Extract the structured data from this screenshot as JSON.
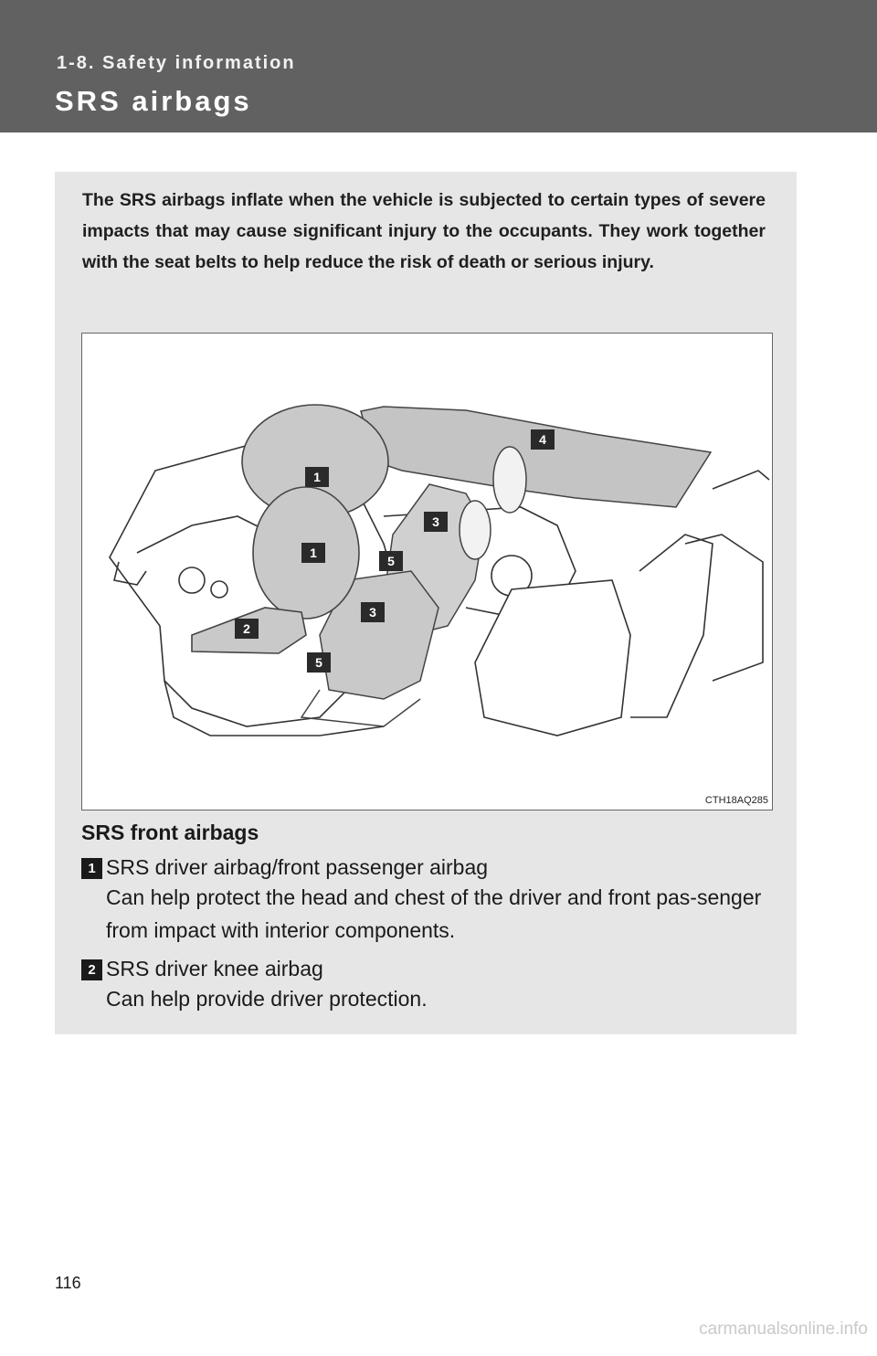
{
  "header": {
    "section": "1-8. Safety information",
    "title": "SRS airbags"
  },
  "intro": "The SRS airbags inflate when the vehicle is subjected to certain types of severe impacts that may cause significant injury to the occupants. They work together with the seat belts to help reduce the risk of death or serious injury.",
  "figure": {
    "code": "CTH18AQ285",
    "callouts": [
      "1",
      "1",
      "2",
      "3",
      "3",
      "4",
      "5",
      "5"
    ]
  },
  "front_airbags": {
    "heading": "SRS front airbags",
    "items": [
      {
        "number": "1",
        "title": "SRS driver airbag/front passenger airbag",
        "desc": "Can help protect the head and chest of the driver and front pas-senger from impact with interior components."
      },
      {
        "number": "2",
        "title": "SRS driver knee airbag",
        "desc": "Can help provide driver protection."
      }
    ]
  },
  "page_number": "116",
  "watermark": "carmanualsonline.info"
}
